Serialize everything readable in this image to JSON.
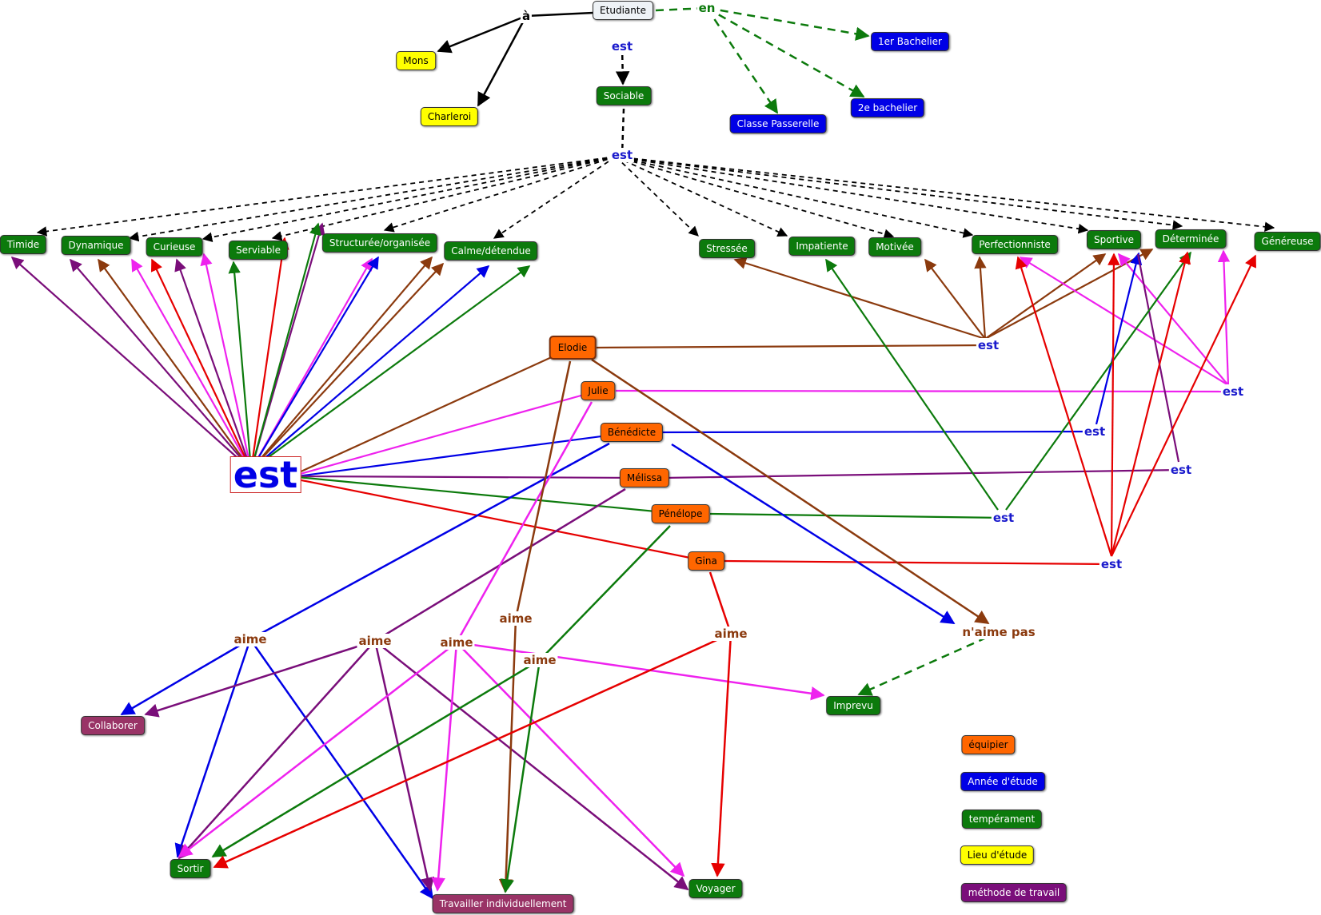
{
  "colors": {
    "green": "#0c7a0c",
    "blue": "#0000e6",
    "yellow": "#ffff00",
    "orange": "#ff6600",
    "purple": "#7a0e7a",
    "maroon": "#993366",
    "brown": "#8b3a0e",
    "magenta": "#ee22ee",
    "red": "#e60000",
    "black": "#000000",
    "lightgray": "#eef2f6",
    "linkblue": "#1a1acc"
  },
  "nodes": [
    {
      "id": "etudiante",
      "label": "Etudiante",
      "style": "lightgray"
    },
    {
      "id": "mons",
      "label": "Mons",
      "style": "yellow"
    },
    {
      "id": "charleroi",
      "label": "Charleroi",
      "style": "yellow"
    },
    {
      "id": "sociable",
      "label": "Sociable",
      "style": "green"
    },
    {
      "id": "bac1",
      "label": "1er Bachelier",
      "style": "blue"
    },
    {
      "id": "bac2",
      "label": "2e bachelier",
      "style": "blue"
    },
    {
      "id": "passerelle",
      "label": "Classe Passerelle",
      "style": "blue"
    },
    {
      "id": "timide",
      "label": "Timide",
      "style": "green"
    },
    {
      "id": "dynamique",
      "label": "Dynamique",
      "style": "green"
    },
    {
      "id": "curieuse",
      "label": "Curieuse",
      "style": "green"
    },
    {
      "id": "serviable",
      "label": "Serviable",
      "style": "green"
    },
    {
      "id": "structuree",
      "label": "Structurée/organisée",
      "style": "green"
    },
    {
      "id": "calme",
      "label": "Calme/détendue",
      "style": "green"
    },
    {
      "id": "stressee",
      "label": "Stressée",
      "style": "green"
    },
    {
      "id": "impatiente",
      "label": "Impatiente",
      "style": "green"
    },
    {
      "id": "motivee",
      "label": "Motivée",
      "style": "green"
    },
    {
      "id": "perfectionniste",
      "label": "Perfectionniste",
      "style": "green"
    },
    {
      "id": "sportive",
      "label": "Sportive",
      "style": "green"
    },
    {
      "id": "determinee",
      "label": "Déterminée",
      "style": "green"
    },
    {
      "id": "genereuse",
      "label": "Généreuse",
      "style": "green"
    },
    {
      "id": "elodie",
      "label": "Elodie",
      "style": "orange"
    },
    {
      "id": "julie",
      "label": "Julie",
      "style": "orange"
    },
    {
      "id": "benedicte",
      "label": "Bénédicte",
      "style": "orange"
    },
    {
      "id": "melissa",
      "label": "Mélissa",
      "style": "orange"
    },
    {
      "id": "penelope",
      "label": "Pénélope",
      "style": "orange"
    },
    {
      "id": "gina",
      "label": "Gina",
      "style": "orange"
    },
    {
      "id": "collaborer",
      "label": "Collaborer",
      "style": "maroon"
    },
    {
      "id": "sortir",
      "label": "Sortir",
      "style": "green"
    },
    {
      "id": "travailler",
      "label": "Travailler individuellement",
      "style": "maroon"
    },
    {
      "id": "voyager",
      "label": "Voyager",
      "style": "green"
    },
    {
      "id": "imprevu",
      "label": "Imprevu",
      "style": "green"
    },
    {
      "id": "leg_equipier",
      "label": "équipier",
      "style": "orange"
    },
    {
      "id": "leg_annee",
      "label": "Année d'étude",
      "style": "blue"
    },
    {
      "id": "leg_temperament",
      "label": "tempérament",
      "style": "green"
    },
    {
      "id": "leg_lieu",
      "label": "Lieu d'étude",
      "style": "yellow"
    },
    {
      "id": "leg_methode",
      "label": "méthode de travail",
      "style": "purple"
    }
  ],
  "labels": [
    {
      "id": "a",
      "text": "à",
      "color": "black"
    },
    {
      "id": "est_top",
      "text": "est",
      "color": "linkblue"
    },
    {
      "id": "en",
      "text": "en",
      "color": "green"
    },
    {
      "id": "est_soc",
      "text": "est",
      "color": "linkblue"
    },
    {
      "id": "est_big",
      "text": "est",
      "color": "blue"
    },
    {
      "id": "est_elodie",
      "text": "est",
      "color": "linkblue"
    },
    {
      "id": "est_julie",
      "text": "est",
      "color": "linkblue"
    },
    {
      "id": "est_bene",
      "text": "est",
      "color": "linkblue"
    },
    {
      "id": "est_meli",
      "text": "est",
      "color": "linkblue"
    },
    {
      "id": "est_pene",
      "text": "est",
      "color": "linkblue"
    },
    {
      "id": "est_gina",
      "text": "est",
      "color": "linkblue"
    },
    {
      "id": "aime_bene",
      "text": "aime",
      "color": "brown"
    },
    {
      "id": "aime_meli",
      "text": "aime",
      "color": "brown"
    },
    {
      "id": "aime_julie",
      "text": "aime",
      "color": "brown"
    },
    {
      "id": "aime_elodie",
      "text": "aime",
      "color": "brown"
    },
    {
      "id": "aime_pene",
      "text": "aime",
      "color": "brown"
    },
    {
      "id": "aime_gina",
      "text": "aime",
      "color": "brown"
    },
    {
      "id": "naime",
      "text": "n'aime pas",
      "color": "brown"
    }
  ]
}
